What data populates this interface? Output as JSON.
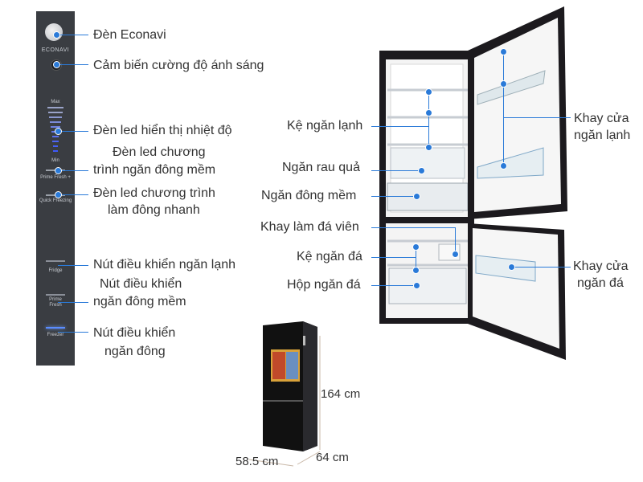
{
  "panel": {
    "brand_label": "ECONAVI",
    "max_label": "Max",
    "min_label": "Min",
    "prime_fresh_plus_label": "Prime Fresh +",
    "quick_freezing_label": "Quick Freezing",
    "fridge_label": "Fridge",
    "prime_fresh_label_1": "Prime",
    "prime_fresh_label_2": "Fresh",
    "freezer_label": "Freezer"
  },
  "left_callouts": {
    "econavi_light": "Đèn Econavi",
    "light_sensor": "Cảm biến cường độ ánh sáng",
    "temp_led": "Đèn led hiển thị nhiệt độ",
    "soft_freeze_led_1": "Đèn led chương",
    "soft_freeze_led_2": "trình ngăn đông mềm",
    "quick_freeze_led_1": "Đèn led chương trình",
    "quick_freeze_led_2": "làm đông nhanh",
    "fridge_button": "Nút điều khiển ngăn lạnh",
    "soft_freeze_button_1": "Nút điều khiển",
    "soft_freeze_button_2": "ngăn đông mềm",
    "freezer_button_1": "Nút điều khiển",
    "freezer_button_2": "ngăn đông"
  },
  "fridge_callouts": {
    "fridge_shelf": "Kệ ngăn lạnh",
    "veg_drawer": "Ngăn rau quả",
    "soft_freeze_drawer": "Ngăn đông mềm",
    "ice_tray": "Khay làm đá viên",
    "freezer_shelf": "Kệ ngăn đá",
    "freezer_box": "Hộp ngăn đá",
    "fridge_door_tray_1": "Khay cửa",
    "fridge_door_tray_2": "ngăn lạnh",
    "freezer_door_tray_1": "Khay cửa",
    "freezer_door_tray_2": "ngăn đá"
  },
  "dimensions": {
    "height": "164 cm",
    "width": "58.5 cm",
    "depth": "64 cm"
  },
  "colors": {
    "accent": "#2a7ad8",
    "panel": "#3a3d42",
    "fridge_body": "#1c1a1e"
  }
}
